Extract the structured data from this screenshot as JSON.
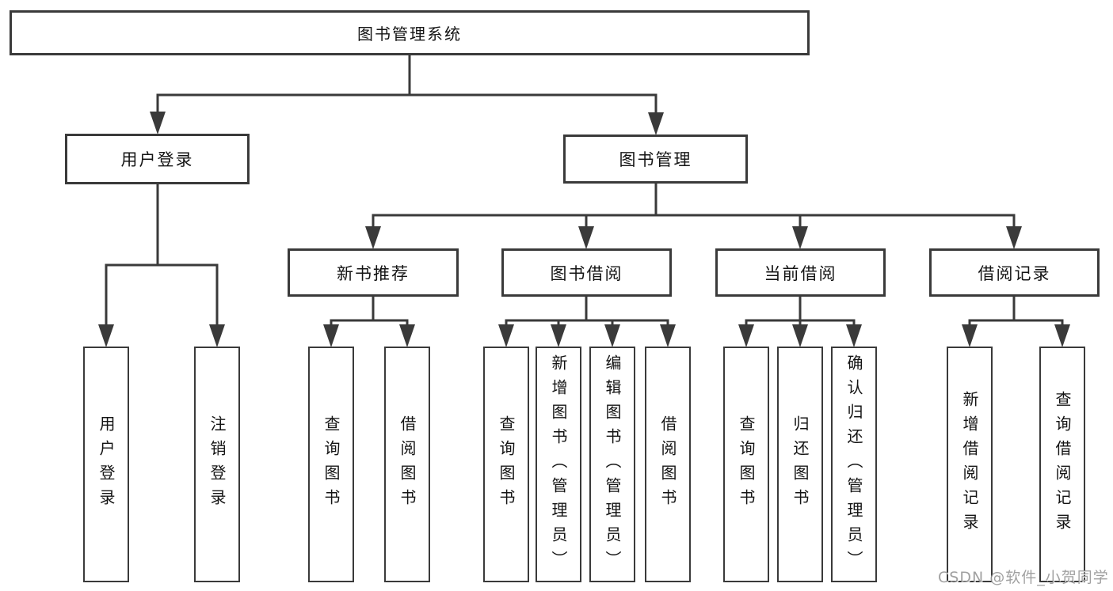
{
  "tree": {
    "label": "图书管理系统",
    "children": [
      {
        "label": "用户登录",
        "children": [
          {
            "label": "用户登录"
          },
          {
            "label": "注销登录"
          }
        ]
      },
      {
        "label": "图书管理",
        "children": [
          {
            "label": "新书推荐",
            "children": [
              {
                "label": "查询图书"
              },
              {
                "label": "借阅图书"
              }
            ]
          },
          {
            "label": "图书借阅",
            "children": [
              {
                "label": "查询图书"
              },
              {
                "label": "新增图书（管理员）"
              },
              {
                "label": "编辑图书（管理员）"
              },
              {
                "label": "借阅图书"
              }
            ]
          },
          {
            "label": "当前借阅",
            "children": [
              {
                "label": "查询图书"
              },
              {
                "label": "归还图书"
              },
              {
                "label": "确认归还（管理员）"
              }
            ]
          },
          {
            "label": "借阅记录",
            "children": [
              {
                "label": "新增借阅记录"
              },
              {
                "label": "查询借阅记录"
              }
            ]
          }
        ]
      }
    ]
  },
  "watermark": {
    "text": "CSDN @软件_小贺同学"
  },
  "colors": {
    "line": "#3a3a3a",
    "box_border": "#3a3a3a",
    "text": "#141414",
    "watermark_text": "#919191",
    "background": "#ffffff"
  }
}
